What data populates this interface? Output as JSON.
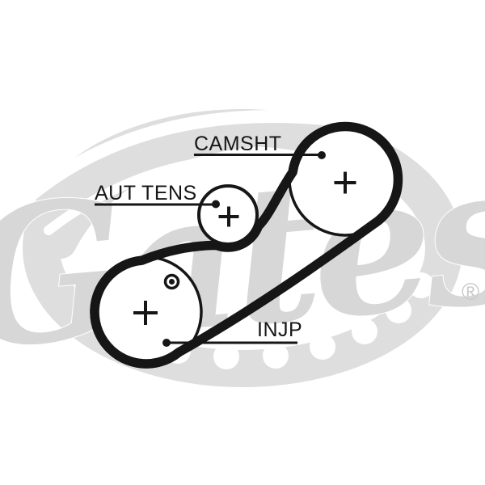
{
  "image_title": "Gates timing belt routing diagram",
  "watermark": {
    "brand_text": "Gates",
    "registered_symbol": "®",
    "color": "#dedede",
    "script_color": "#d7d7d7",
    "reg_color": "#c9c9c9"
  },
  "labels": {
    "camshaft": {
      "text": "CAMSHT"
    },
    "tensioner": {
      "text": "AUT TENS"
    },
    "injection_pump": {
      "text": "INJP"
    }
  },
  "colors": {
    "belt": "#161616",
    "background": "#ffffff",
    "pulley_fill": "#ffffff"
  }
}
